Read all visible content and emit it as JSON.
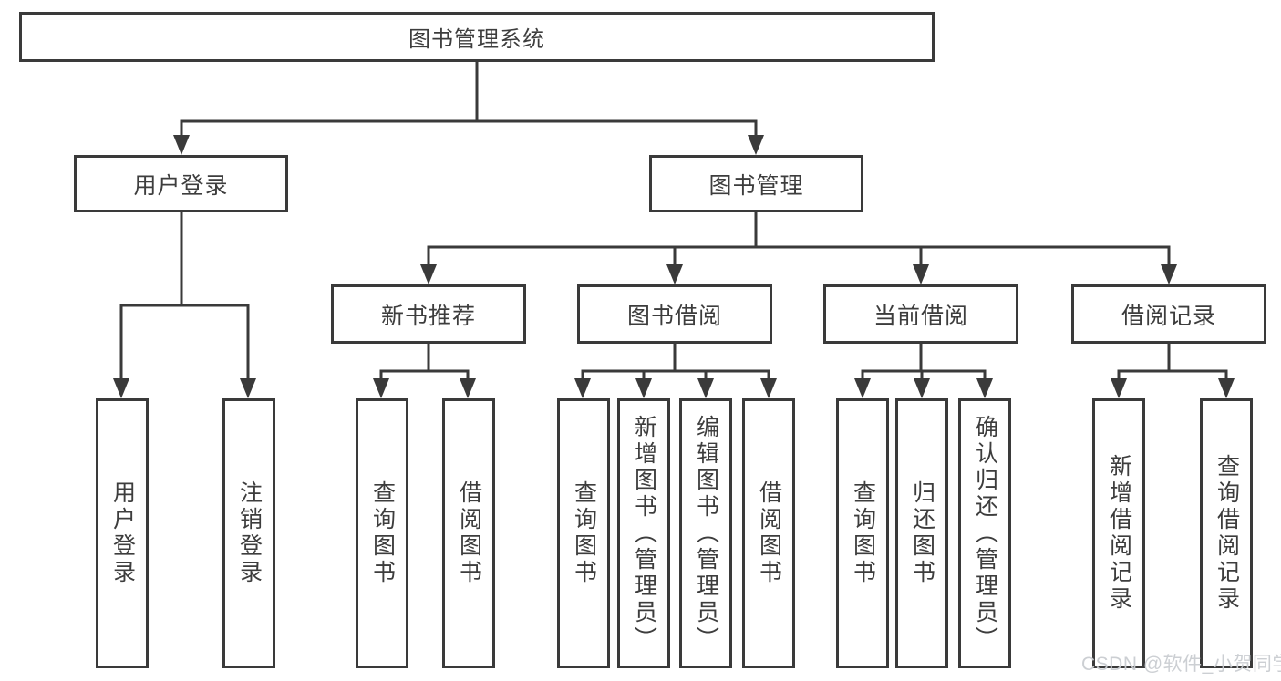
{
  "diagram": {
    "root": "图书管理系统",
    "user_login": {
      "label": "用户登录",
      "children": [
        "用户登录",
        "注销登录"
      ]
    },
    "book_mgmt": {
      "label": "图书管理",
      "sections": {
        "new_books": {
          "label": "新书推荐",
          "children": [
            "查询图书",
            "借阅图书"
          ]
        },
        "book_borrow": {
          "label": "图书借阅",
          "children": [
            "查询图书",
            "新增图书（管理员）",
            "编辑图书（管理员）",
            "借阅图书"
          ]
        },
        "current_borrow": {
          "label": "当前借阅",
          "children": [
            "查询图书",
            "归还图书",
            "确认归还（管理员）"
          ]
        },
        "borrow_records": {
          "label": "借阅记录",
          "children": [
            "新增借阅记录",
            "查询借阅记录"
          ]
        }
      }
    }
  },
  "watermark": "CSDN @软件_小贺同学",
  "colors": {
    "line": "#3a3a3a",
    "box_border": "#3a3a3a",
    "box_fill": "#ffffff",
    "text": "#3d3d3d",
    "watermark": "#c9ccd1",
    "background": "#ffffff"
  }
}
